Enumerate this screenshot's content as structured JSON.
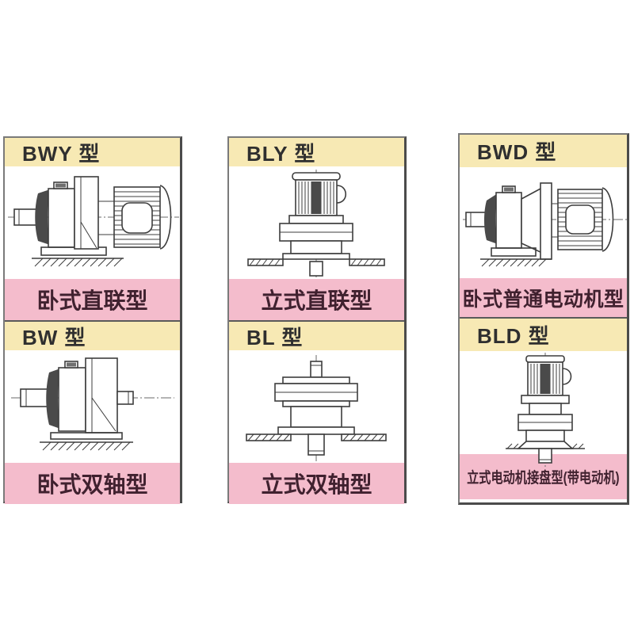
{
  "figure": {
    "subject": "Cycloidal gear reducer mounting configurations catalog panel",
    "grid": "3 columns x 2 rows"
  },
  "colors": {
    "page_bg": "#ffffff",
    "header_bg": "#f7e9b4",
    "footer_bg": "#f4bccc",
    "header_text": "#2f2f2f",
    "footer_text": "#40212f",
    "panel_border": "#5a5a5a",
    "drawing_line": "#3d3d3d"
  },
  "panels": [
    {
      "model": "BWY 型",
      "description": "卧式直联型",
      "drawing": "horizontal-direct-coupled-gearmotor-diagram"
    },
    {
      "model": "BLY 型",
      "description": "立式直联型",
      "drawing": "vertical-direct-coupled-gearmotor-diagram"
    },
    {
      "model": "BWD 型",
      "description": "卧式普通电动机型",
      "drawing": "horizontal-standard-motor-gearmotor-diagram"
    },
    {
      "model": "BW 型",
      "description": "卧式双轴型",
      "drawing": "horizontal-double-shaft-reducer-diagram"
    },
    {
      "model": "BL 型",
      "description": "立式双轴型",
      "drawing": "vertical-double-shaft-reducer-diagram"
    },
    {
      "model": "BLD 型",
      "description": "立式电动机接盘型(带电动机)",
      "drawing": "vertical-motor-flange-mounted-gearmotor-diagram"
    }
  ]
}
